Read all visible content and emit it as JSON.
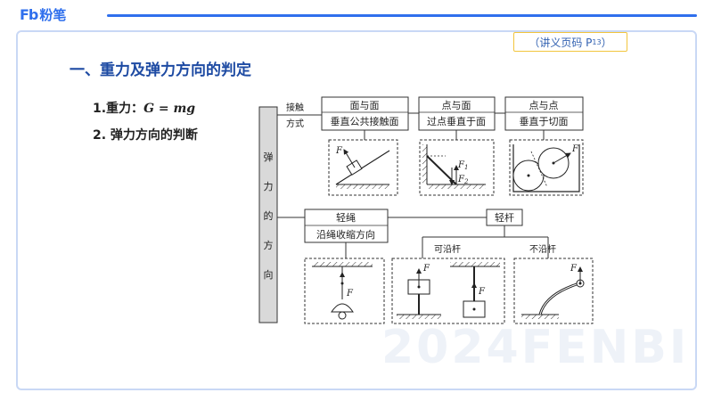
{
  "header": {
    "logo_mark": "Fb",
    "logo_text": "粉笔",
    "page_ref_prefix": "（讲义页码 P",
    "page_ref_sub": "13",
    "page_ref_suffix": "）"
  },
  "content": {
    "title": "一、重力及弹力方向的判定",
    "item1_label": "1.重力：",
    "item1_formula": "G = mg",
    "item2_label": "2. 弹力方向的判断"
  },
  "diagram": {
    "root_chars": [
      "弹",
      "力",
      "的",
      "方",
      "向"
    ],
    "contact_label_1": "接触",
    "contact_label_2": "方式",
    "contact_types": [
      {
        "top": "面与面",
        "bottom": "垂直公共接触面"
      },
      {
        "top": "点与面",
        "bottom": "过点垂直于面"
      },
      {
        "top": "点与点",
        "bottom": "垂直于切面"
      }
    ],
    "rope": {
      "top": "轻绳",
      "bottom": "沿绳收缩方向"
    },
    "rod": {
      "label": "轻杆",
      "branch_a": "可沿杆",
      "branch_b": "不沿杆"
    },
    "force_F": "F",
    "force_F1": "F",
    "force_F1_sub": "1",
    "force_F2": "F",
    "force_F2_sub": "2"
  },
  "watermark": "2024FENBI"
}
